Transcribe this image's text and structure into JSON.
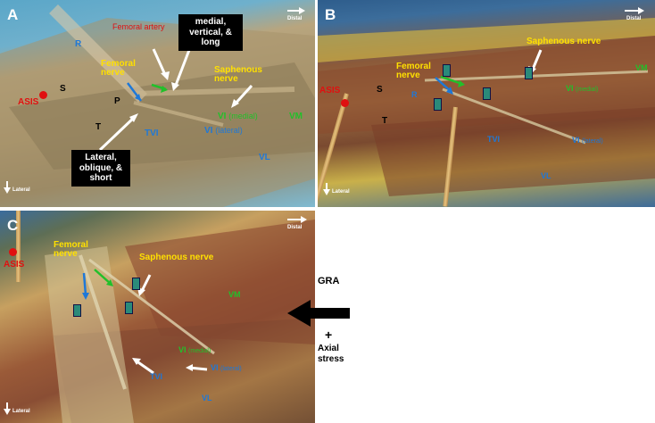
{
  "panels": {
    "a": {
      "letter": "A",
      "labels": {
        "R": "R",
        "S": "S",
        "P": "P",
        "T": "T",
        "asis": "ASIS",
        "femoral_artery": "Femoral artery",
        "femoral_nerve": "Femoral nerve",
        "saphenous_nerve": "Saphenous nerve",
        "vi_medial_main": "VI",
        "vi_medial_sub": "(medial)",
        "vi_lateral_main": "VI",
        "vi_lateral_sub": "(lateral)",
        "tvi": "TVI",
        "vm": "VM",
        "vl": "VL",
        "box_medial": "medial, vertical, & long",
        "box_lateral": "Lateral, oblique, & short",
        "distal": "Distal",
        "lateral": "Lateral"
      }
    },
    "b": {
      "letter": "B",
      "labels": {
        "asis": "ASIS",
        "S": "S",
        "T": "T",
        "R": "R",
        "femoral_nerve": "Femoral nerve",
        "saphenous_nerve": "Saphenous nerve",
        "vi_medial_main": "VI",
        "vi_medial_sub": "(medial)",
        "vi_lateral_main": "VI",
        "vi_lateral_sub": "(lateral)",
        "tvi": "TVI",
        "vm": "VM",
        "vl": "VL",
        "distal": "Distal",
        "lateral": "Lateral"
      }
    },
    "c": {
      "letter": "C",
      "labels": {
        "asis": "ASIS",
        "femoral_nerve": "Femoral nerve",
        "saphenous_nerve": "Saphenous nerve",
        "vm": "VM",
        "vi_medial_main": "VI",
        "vi_medial_sub": "(medial)",
        "vi_lateral_main": "VI",
        "vi_lateral_sub": "(lateral)",
        "tvi": "TVI",
        "vl": "VL",
        "distal": "Distal",
        "lateral": "Lateral"
      }
    }
  },
  "side_annotation": {
    "gra": "GRA",
    "plus": "+",
    "axial": "Axial",
    "stress": "stress"
  },
  "colors": {
    "asis": "#e01010",
    "femoral_nerve": "#ffe000",
    "saphenous_nerve": "#ffe000",
    "vi_medial": "#22c02a",
    "vi_lateral": "#1e78d8",
    "tvi": "#1e78d8",
    "vm": "#22c02a",
    "vl": "#1e78d8",
    "femoral_artery": "#e01010"
  }
}
